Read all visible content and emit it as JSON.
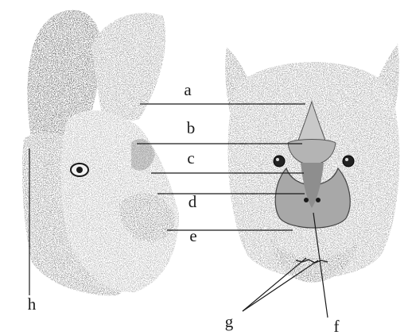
{
  "labels": {
    "a": "a",
    "b": "b",
    "c": "c",
    "d": "d",
    "e": "e",
    "f": "f",
    "g": "g",
    "h": "h"
  },
  "colors": {
    "ink": "#1a1a1a",
    "fur_dark": "#5a5a5a",
    "fur_mid": "#8c8c8c",
    "fur_light": "#bdbdbd",
    "background": "#ffffff"
  }
}
